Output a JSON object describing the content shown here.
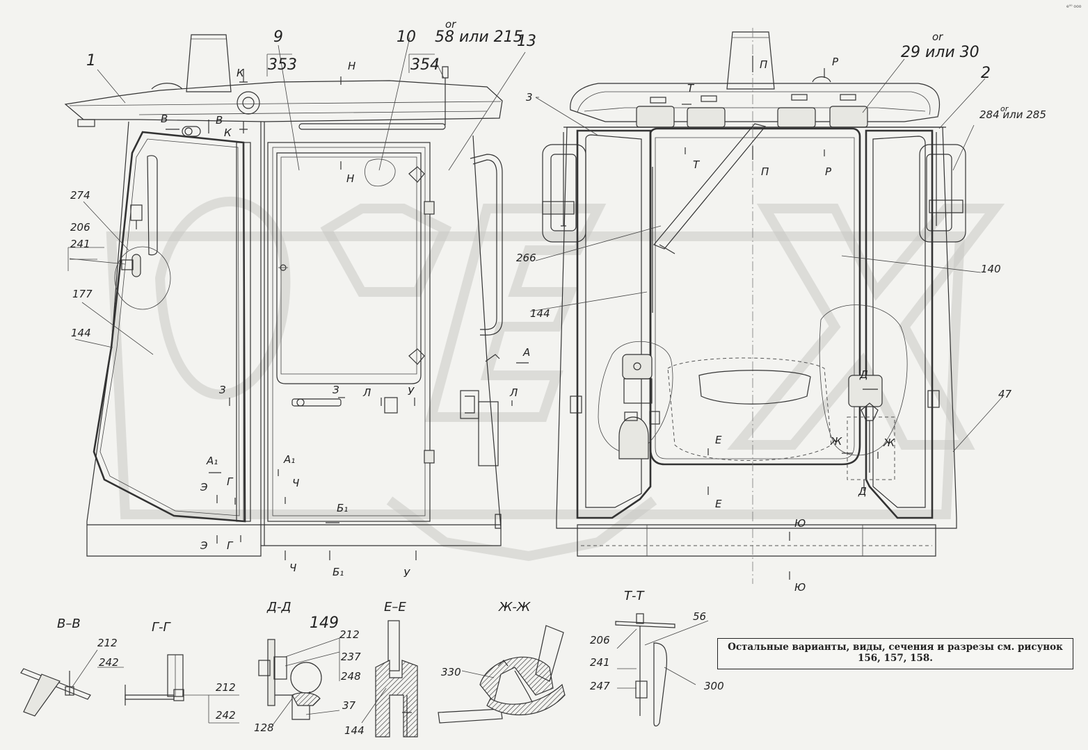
{
  "corner_mark": "e⁰⁰ ooo",
  "note": "Остальные варианты, виды, сечения и разрезы см. рисунок 156, 157, 158.",
  "part_labels": {
    "p1": "1",
    "p9": "9",
    "p353": "353",
    "p10": "10",
    "or_left": "or",
    "p58_215": "58 или 215",
    "p354": "354",
    "p13": "13",
    "p274": "274",
    "p206": "206",
    "p241": "241",
    "p177": "177",
    "p144": "144",
    "p3": "3",
    "p266": "266",
    "p144b": "144",
    "p140": "140",
    "p2": "2",
    "or_284": "or",
    "p284_285": "284 или 285",
    "or_right": "or",
    "p29_30": "29 или 30",
    "p47": "47",
    "d212": "212",
    "d242": "242",
    "g212": "212",
    "g242": "242",
    "dd149": "149",
    "dd212": "212",
    "dd237": "237",
    "dd248": "248",
    "dd37": "37",
    "dd128": "128",
    "ee144": "144",
    "zz330": "330",
    "t206": "206",
    "t241": "241",
    "t247": "247",
    "t56": "56",
    "t300": "300"
  },
  "section_marks": {
    "K1": "К",
    "K2": "К",
    "H1": "Н",
    "H2": "Н",
    "B1": "В",
    "B2": "В",
    "Z1": "З",
    "Z2": "З",
    "L1": "Л",
    "L2": "Л",
    "U1": "У",
    "U2": "У",
    "A": "А",
    "A1a": "А₁",
    "A1b": "А₁",
    "E1": "Э",
    "E2": "Э",
    "G1": "Г",
    "G2": "Г",
    "Ch1": "Ч",
    "Ch2": "Ч",
    "B1a": "Б₁",
    "B1b": "Б₁",
    "T1": "Т",
    "T2": "Т",
    "P1": "П",
    "P2": "П",
    "R1": "Р",
    "R2": "Р",
    "D1": "Д",
    "D2": "Д",
    "Ye1": "Е",
    "Ye2": "Е",
    "Zh1": "Ж",
    "Zh2": "Ж",
    "Yu1": "Ю",
    "Yu2": "Ю"
  },
  "section_titles": {
    "vv": "В–В",
    "gg": "Г-Г",
    "dd": "Д-Д",
    "ee": "Е–Е",
    "zhzh": "Ж-Ж",
    "tt": "Т-Т"
  }
}
